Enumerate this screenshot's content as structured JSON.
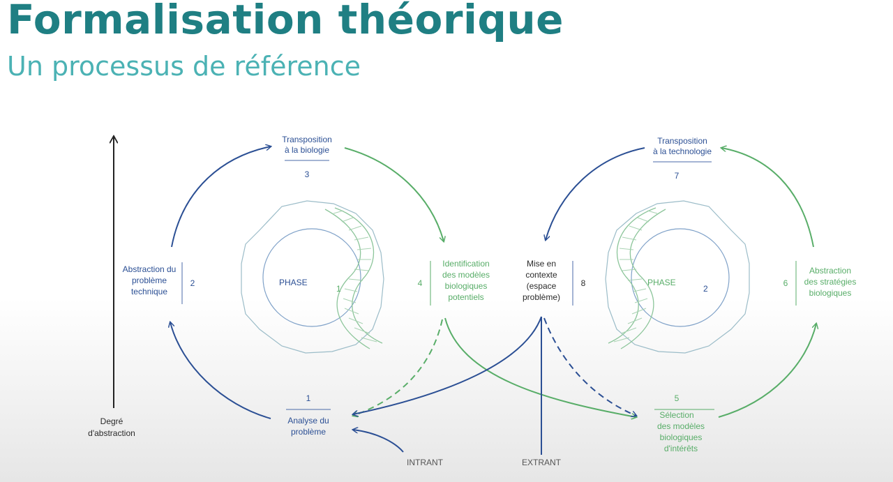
{
  "header": {
    "title": "Formalisation théorique",
    "subtitle": "Un processus de référence"
  },
  "colors": {
    "title": "#1f7f83",
    "subtitle": "#4bb2b4",
    "blue": "#2b4f94",
    "green": "#58ad68"
  },
  "axis": {
    "label_line1": "Degré",
    "label_line2": "d'abstraction"
  },
  "phases": {
    "phase1_word": "PHASE",
    "phase1_number": "1",
    "phase2_word": "PHASE",
    "phase2_number": "2"
  },
  "steps": {
    "s1": {
      "number": "1",
      "line1": "Analyse du",
      "line2": "problème"
    },
    "s2": {
      "number": "2",
      "line1": "Abstraction du",
      "line2": "problème",
      "line3": "technique"
    },
    "s3": {
      "number": "3",
      "line1": "Transposition",
      "line2": "à la biologie"
    },
    "s4": {
      "number": "4",
      "line1": "Identification",
      "line2": "des modèles",
      "line3": "biologiques",
      "line4": "potentiels"
    },
    "s5": {
      "number": "5",
      "line1": "Sélection",
      "line2": "des modèles",
      "line3": "biologiques",
      "line4": "d'intérêts"
    },
    "s6": {
      "number": "6",
      "line1": "Abstraction",
      "line2": "des stratégies",
      "line3": "biologiques"
    },
    "s7": {
      "number": "7",
      "line1": "Transposition",
      "line2": "à la technologie"
    },
    "s8": {
      "number": "8",
      "line1": "Mise en",
      "line2": "contexte",
      "line3": "(espace",
      "line4": "problème)"
    }
  },
  "io": {
    "input": "INTRANT",
    "output": "EXTRANT"
  }
}
